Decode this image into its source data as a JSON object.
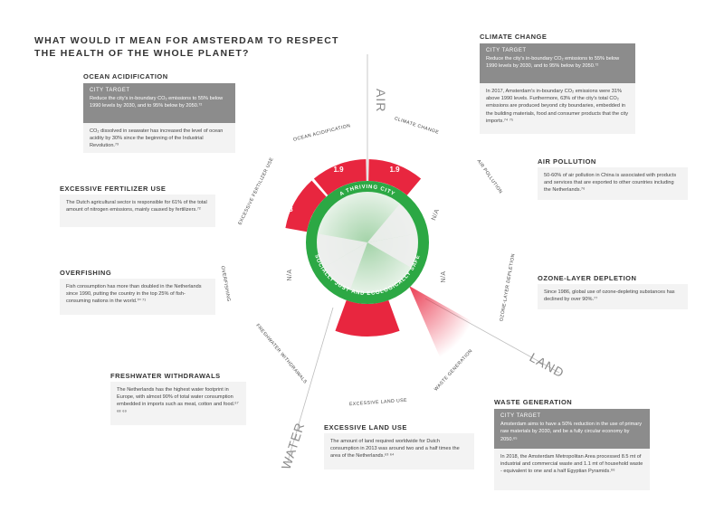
{
  "title": "WHAT WOULD IT MEAN FOR AMSTERDAM TO RESPECT THE HEALTH OF THE WHOLE PLANET?",
  "target_label": "CITY TARGET",
  "big_labels": {
    "air": "AIR",
    "land": "LAND",
    "water": "WATER"
  },
  "ring": {
    "top": "A THRIVING CITY",
    "bottom": "SOCIALLY JUST AND ECOLOGICALLY SAFE"
  },
  "segments": {
    "ocean_acidification": {
      "label": "OCEAN ACIDIFICATION",
      "value": "1.9"
    },
    "climate_change": {
      "label": "CLIMATE CHANGE",
      "value": "1.9"
    },
    "air_pollution": {
      "label": "AIR POLLUTION",
      "value": "N/A"
    },
    "ozone": {
      "label": "OZONE-LAYER DEPLETION",
      "value": "N/A"
    },
    "waste": {
      "label": "WASTE GENERATION"
    },
    "land_use": {
      "label": "EXCESSIVE LAND USE",
      "value": "2.6"
    },
    "freshwater": {
      "label": "FRESHWATER WITHDRAWALS"
    },
    "overfishing": {
      "label": "OVERFISHING",
      "value": "N/A"
    },
    "fertilizer": {
      "label": "EXCESSIVE FERTILIZER USE",
      "value": "1.8"
    }
  },
  "sections": {
    "ocean": {
      "title": "OCEAN ACIDIFICATION",
      "target": "Reduce the city's in-boundary CO₂ emissions to 55% below 1990 levels by 2030, and to 95% below by 2050.⁷²",
      "text": "CO₂ dissolved in seawater has increased the level of ocean acidity by 30% since the beginning of the Industrial Revolution.⁷³"
    },
    "climate": {
      "title": "CLIMATE CHANGE",
      "target": "Reduce the city's in-boundary CO₂ emissions to 55% below 1990 levels by 2030, and to 95% below by 2050.⁷²",
      "text": "In 2017, Amsterdam's in-boundary CO₂ emissions were 31% above 1990 levels. Furthermore, 63% of the city's total CO₂ emissions are produced beyond city boundaries, embedded in the building materials, food and consumer products that the city imports.⁷⁴ ⁷⁵"
    },
    "fertilizer": {
      "title": "EXCESSIVE FERTILIZER USE",
      "text": "The Dutch agricultural sector is responsible for 61% of the total amount of nitrogen emissions, mainly caused by fertilizers.⁷²"
    },
    "air": {
      "title": "AIR POLLUTION",
      "text": "50-60% of air pollution in China is associated with products and services that are exported to other countries including the Netherlands.⁷⁶"
    },
    "overfishing": {
      "title": "OVERFISHING",
      "text": "Fish consumption has more than doubled in the Netherlands since 1990, putting the country in the top 25% of fish-consuming nations in the world.⁷⁰ ⁷¹"
    },
    "ozone": {
      "title": "OZONE-LAYER DEPLETION",
      "text": "Since 1986, global use of ozone-depleting substances has declined by over 90%.⁷⁷"
    },
    "freshwater": {
      "title": "FRESHWATER WITHDRAWALS",
      "text": "The Netherlands has the highest water footprint in Europe, with almost 90% of total water consumption embedded in imports such as meat, cotton and food.⁶⁷ ⁶⁸ ⁶⁹"
    },
    "land": {
      "title": "EXCESSIVE LAND USE",
      "text": "The amount of land required worldwide for Dutch consumption in 2013 was around two and a half times the area of the Netherlands.⁶³ ⁶⁴"
    },
    "waste": {
      "title": "WASTE GENERATION",
      "target": "Amsterdam aims to have a 50% reduction in the use of primary raw materials by 2030, and be a fully circular economy by 2050.⁶⁵",
      "text": "In 2018, the Amsterdam Metropolitan Area processed 8.5 mt of industrial and commercial waste and 1.1 mt of household waste - equivalent to one and a half Egyptian Pyramids.⁶⁶"
    }
  },
  "colors": {
    "overshoot": "#e8263f",
    "ring": "#2ca844",
    "target_bg": "#8c8c8c",
    "box_bg": "#f3f3f3"
  }
}
